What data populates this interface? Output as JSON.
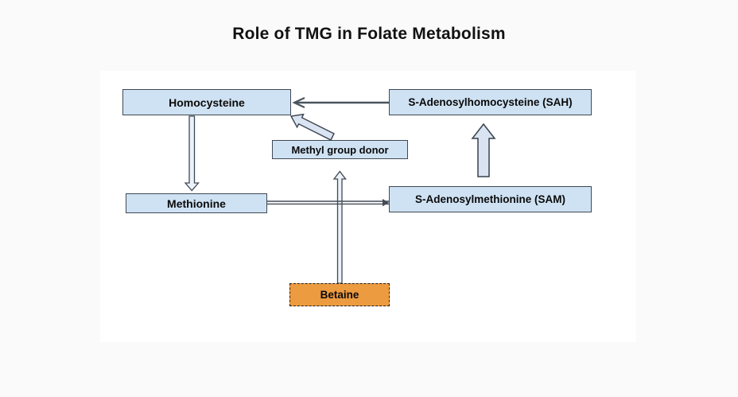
{
  "title": "Role of TMG in Folate Metabolism",
  "diagram": {
    "nodes": [
      {
        "id": "homocysteine",
        "label": "Homocysteine"
      },
      {
        "id": "sah",
        "label": "S-Adenosylhomocysteine (SAH)"
      },
      {
        "id": "methyl-group-donor",
        "label": "Methyl group donor"
      },
      {
        "id": "methionine",
        "label": "Methionine"
      },
      {
        "id": "sam",
        "label": "S-Adenosylmethionine (SAM)"
      },
      {
        "id": "betaine",
        "label": "Betaine"
      }
    ],
    "edges": [
      {
        "from": "sah",
        "to": "homocysteine",
        "style": "thin-line-arrow"
      },
      {
        "from": "homocysteine",
        "to": "methionine",
        "style": "thin-outlined-arrow"
      },
      {
        "from": "methionine",
        "to": "sam",
        "style": "double-line-connector"
      },
      {
        "from": "sam",
        "to": "sah",
        "style": "block-arrow"
      },
      {
        "from": "betaine",
        "to": "methyl-group-donor",
        "style": "thin-outlined-arrow"
      },
      {
        "from": "methyl-group-donor",
        "to": "homocysteine",
        "style": "diagonal-block-arrow"
      }
    ],
    "colors": {
      "background": "#fafafa",
      "panel": "#ffffff",
      "node_fill": "#cfe2f3",
      "betaine_fill": "#ed9b40",
      "node_border": "#3f4954",
      "block_arrow_fill": "#d9e3f2",
      "thin_arrow_fill": "#edf2fa",
      "line_color": "#4a545e",
      "title_color": "#111111",
      "text_color": "#0a0a0a"
    }
  }
}
